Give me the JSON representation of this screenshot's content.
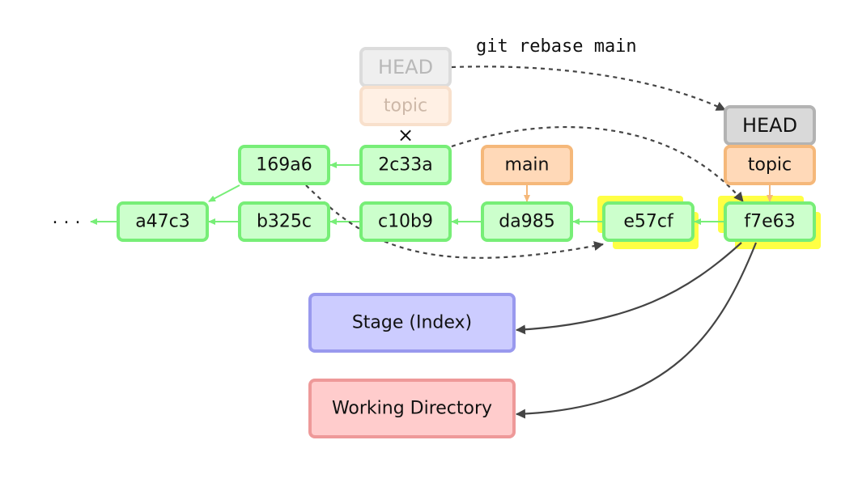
{
  "command": "git rebase main",
  "ellipsis": "· · ·",
  "cross_mark": "×",
  "colors": {
    "commit_fill": "#ccffcc",
    "commit_stroke": "#77ee77",
    "branch_fill": "#ffd9b8",
    "branch_stroke": "#f5b87a",
    "head_fill": "#d9d9d9",
    "head_stroke": "#b3b3b3",
    "stage_fill": "#ccccff",
    "stage_stroke": "#9999ee",
    "workdir_fill": "#ffcccc",
    "workdir_stroke": "#ee9999",
    "highlight": "#ffff44"
  },
  "old_refs": {
    "head": "HEAD",
    "branch": "topic"
  },
  "new_refs": {
    "head": "HEAD",
    "branch": "topic"
  },
  "main_ref": "main",
  "commits": {
    "a47c3": "a47c3",
    "b325c": "b325c",
    "c10b9": "c10b9",
    "da985": "da985",
    "e57cf": "e57cf",
    "f7e63": "f7e63",
    "169a6": "169a6",
    "2c33a": "2c33a"
  },
  "stage_label": "Stage (Index)",
  "workdir_label": "Working Directory"
}
